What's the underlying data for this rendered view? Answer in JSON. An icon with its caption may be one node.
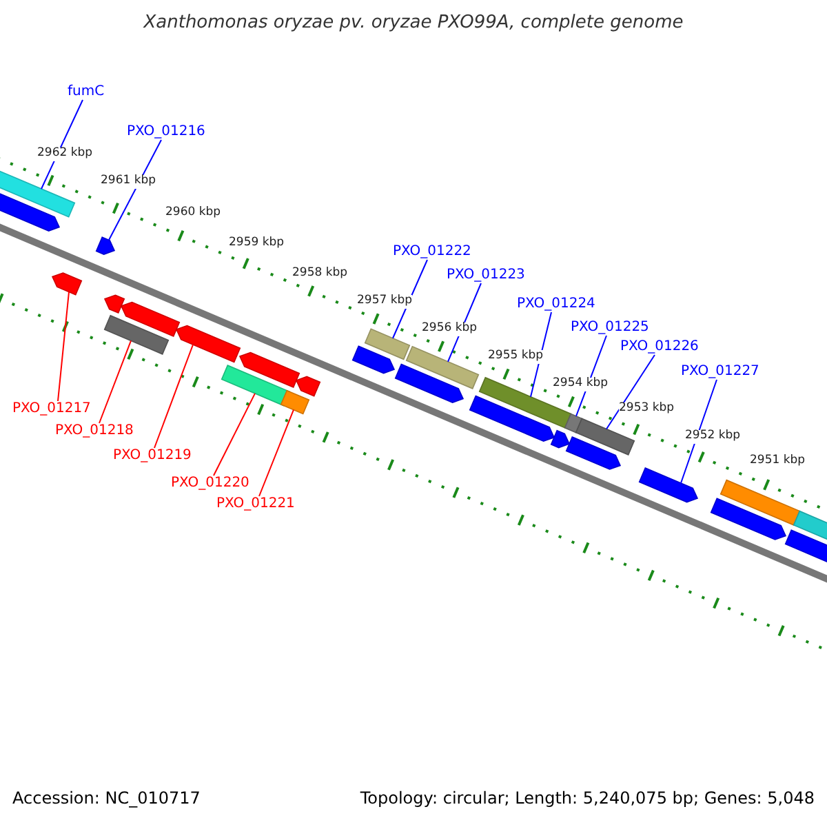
{
  "diagram": {
    "title": "Xanthomonas oryzae pv. oryzae PXO99A, complete genome",
    "nodes": [
      {
        "text": [
          "fumC"
        ]
      },
      {
        "text": [
          "PXO_01216"
        ]
      },
      {
        "text": [
          "PXO_01222"
        ]
      },
      {
        "text": [
          "PXO_01223"
        ]
      },
      {
        "text": [
          "PXO_01224"
        ]
      },
      {
        "text": [
          "PXO_01225"
        ]
      },
      {
        "text": [
          "PXO_01226"
        ]
      },
      {
        "text": [
          "PXO_01227"
        ]
      },
      {
        "text": [
          "PXO_01217"
        ]
      },
      {
        "text": [
          "PXO_01218"
        ]
      },
      {
        "text": [
          "PXO_01219"
        ]
      },
      {
        "text": [
          "PXO_01220"
        ]
      },
      {
        "text": [
          "PXO_01221"
        ]
      },
      {
        "text": [],
        "shape": "bar"
      },
      {
        "text": [],
        "shape": "pentagon"
      },
      {
        "text": [],
        "shape": "pentagon"
      },
      {
        "text": [],
        "shape": "pentagon"
      },
      {
        "text": [],
        "shape": "pentagon"
      },
      {
        "text": [],
        "shape": "bar"
      },
      {
        "text": [],
        "shape": "pentagon"
      },
      {
        "text": [],
        "shape": "pentagon"
      },
      {
        "text": [],
        "shape": "bar"
      },
      {
        "text": [],
        "shape": "pentagon"
      },
      {
        "text": [],
        "shape": "bar"
      },
      {
        "text": [],
        "shape": "pentagon"
      },
      {
        "text": [],
        "shape": "pentagon"
      },
      {
        "text": [],
        "shape": "bar"
      },
      {
        "text": [],
        "shape": "pentagon"
      },
      {
        "text": [],
        "shape": "bar"
      },
      {
        "text": [],
        "shape": "pentagon"
      },
      {
        "text": [],
        "shape": "bar"
      },
      {
        "text": [],
        "shape": "pentagon"
      },
      {
        "text": [],
        "shape": "bar"
      },
      {
        "text": [],
        "shape": "pentagon"
      },
      {
        "text": [],
        "shape": "bar"
      },
      {
        "text": [],
        "shape": "pentagon"
      },
      {
        "text": [],
        "shape": "pentagon"
      },
      {
        "text": [],
        "shape": "bar"
      },
      {
        "text": [],
        "shape": "pentagon"
      },
      {
        "text": [],
        "shape": "bar"
      }
    ],
    "edges": [
      {
        "from": 0,
        "to": 13,
        "arrow": "none"
      },
      {
        "from": 1,
        "to": 16,
        "arrow": "none"
      },
      {
        "from": 2,
        "to": 26,
        "arrow": "none"
      },
      {
        "from": 3,
        "to": 28,
        "arrow": "none"
      },
      {
        "from": 4,
        "to": 30,
        "arrow": "none"
      },
      {
        "from": 5,
        "to": 32,
        "arrow": "none"
      },
      {
        "from": 6,
        "to": 34,
        "arrow": "none"
      },
      {
        "from": 7,
        "to": 35,
        "arrow": "none"
      },
      {
        "from": 8,
        "to": 15,
        "arrow": "none",
        "color": "#ff0000"
      },
      {
        "from": 9,
        "to": 18,
        "arrow": "none",
        "color": "#ff0000"
      },
      {
        "from": 10,
        "to": 20,
        "arrow": "none",
        "color": "#ff0000"
      },
      {
        "from": 11,
        "to": 21,
        "arrow": "none",
        "color": "#ff0000"
      },
      {
        "from": 12,
        "to": 23,
        "arrow": "none",
        "color": "#ff0000"
      }
    ],
    "labels": [
      "2962 kbp",
      "2961 kbp",
      "2960 kbp",
      "2959 kbp",
      "2958 kbp",
      "2957 kbp",
      "2956 kbp",
      "2955 kbp",
      "2954 kbp",
      "2953 kbp",
      "2952 kbp",
      "2951 kbp",
      "Accession: NC_010717",
      "Topology: circular; Length: 5,240,075 bp; Genes: 5,048"
    ]
  }
}
